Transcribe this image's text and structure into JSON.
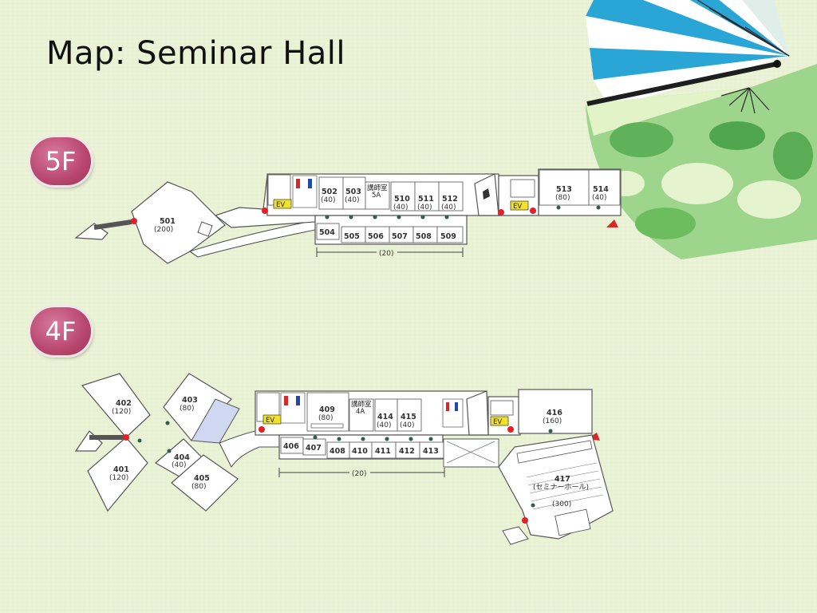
{
  "title": "Map: Seminar Hall",
  "floors": [
    {
      "badge": "5F",
      "rooms": [
        {
          "num": "501",
          "cap": "(200)"
        },
        {
          "num": "502",
          "cap": "(40)"
        },
        {
          "num": "503",
          "cap": "(40)"
        },
        {
          "num": "510",
          "cap": "(40)"
        },
        {
          "num": "511",
          "cap": "(40)"
        },
        {
          "num": "512",
          "cap": "(40)"
        },
        {
          "num": "513",
          "cap": "(80)"
        },
        {
          "num": "514",
          "cap": "(40)"
        },
        {
          "num": "504",
          "cap": ""
        },
        {
          "num": "505",
          "cap": ""
        },
        {
          "num": "506",
          "cap": ""
        },
        {
          "num": "507",
          "cap": ""
        },
        {
          "num": "508",
          "cap": ""
        },
        {
          "num": "509",
          "cap": ""
        }
      ],
      "lecturer_room": {
        "label": "講師室",
        "sub": "5A"
      },
      "elevator_labels": [
        "EV",
        "EV"
      ],
      "span_label": "(20)"
    },
    {
      "badge": "4F",
      "rooms": [
        {
          "num": "402",
          "cap": "(120)"
        },
        {
          "num": "403",
          "cap": "(80)"
        },
        {
          "num": "401",
          "cap": "(120)"
        },
        {
          "num": "404",
          "cap": "(40)"
        },
        {
          "num": "405",
          "cap": "(80)"
        },
        {
          "num": "409",
          "cap": "(80)"
        },
        {
          "num": "414",
          "cap": "(40)"
        },
        {
          "num": "415",
          "cap": "(40)"
        },
        {
          "num": "416",
          "cap": "(160)"
        },
        {
          "num": "417",
          "cap": "(セミナーホール)"
        },
        {
          "num": "406",
          "cap": ""
        },
        {
          "num": "407",
          "cap": ""
        },
        {
          "num": "408",
          "cap": ""
        },
        {
          "num": "410",
          "cap": ""
        },
        {
          "num": "411",
          "cap": ""
        },
        {
          "num": "412",
          "cap": ""
        },
        {
          "num": "413",
          "cap": ""
        }
      ],
      "seminar_hall_capacity": "(300)",
      "lecturer_room": {
        "label": "講師室",
        "sub": "4A"
      },
      "elevator_labels": [
        "EV",
        "EV"
      ],
      "span_label": "(20)"
    }
  ],
  "colors": {
    "background": "#e8f1d2",
    "badge": "#b8476e",
    "marker": "#e0202a",
    "elevator": "#f2e22a",
    "fan_blue": "#2aa6d6",
    "fan_green": "#7cc46a"
  },
  "icons": [
    "folding-fan-icon",
    "restroom-icon",
    "elevator-icon",
    "stairs-icon",
    "location-marker-icon"
  ]
}
